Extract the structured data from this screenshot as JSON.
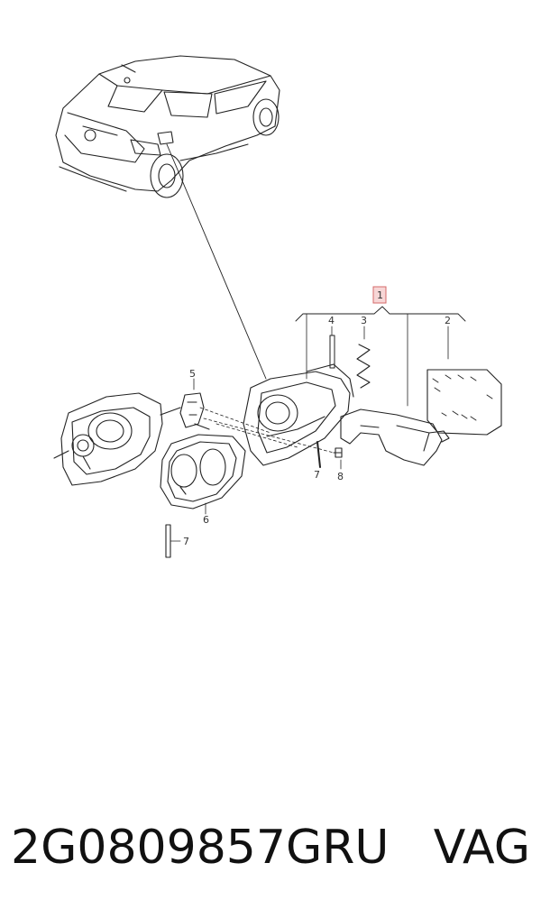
{
  "diagram": {
    "callouts": {
      "p1": "1",
      "p2": "2",
      "p3": "3",
      "p4": "4",
      "p5": "5",
      "p6": "6",
      "p7a": "7",
      "p7b": "7",
      "p8": "8"
    }
  },
  "footer": {
    "part_number": "2G0809857GRU",
    "brand": "VAG"
  }
}
